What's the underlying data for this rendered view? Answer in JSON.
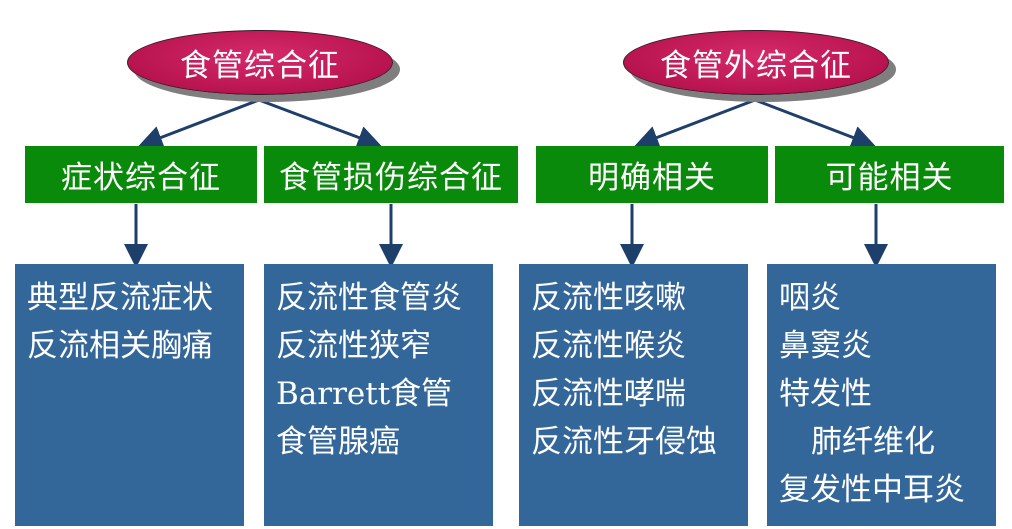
{
  "top_nodes": [
    {
      "label": "食管综合征"
    },
    {
      "label": "食管外综合征"
    }
  ],
  "categories": [
    {
      "label": "症状综合征"
    },
    {
      "label": "食管损伤综合征"
    },
    {
      "label": "明确相关"
    },
    {
      "label": "可能相关"
    }
  ],
  "detail_boxes": [
    {
      "items": [
        "典型反流症状",
        "反流相关胸痛"
      ]
    },
    {
      "items": [
        "反流性食管炎",
        "反流性狭窄",
        "Barrett食管",
        "食管腺癌"
      ]
    },
    {
      "items": [
        "反流性咳嗽",
        "反流性喉炎",
        "反流性哮喘",
        "反流性牙侵蚀"
      ]
    },
    {
      "items": [
        "咽炎",
        "鼻窦炎",
        "特发性",
        "肺纤维化",
        "复发性中耳炎"
      ]
    }
  ],
  "colors": {
    "ellipse": "#c2185b",
    "category": "#0a8a0a",
    "detail": "#336699",
    "arrow": "#1f3f6b"
  }
}
